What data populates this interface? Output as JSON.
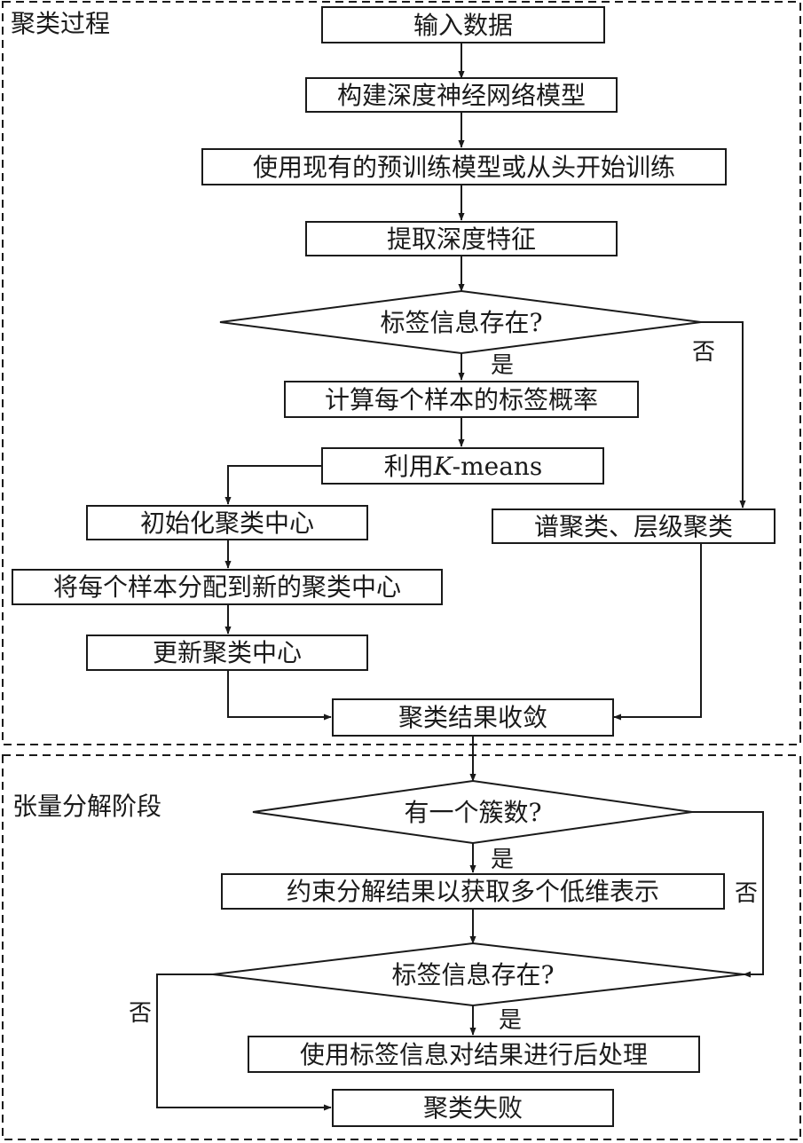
{
  "sections": {
    "clustering": {
      "label": "聚类过程"
    },
    "tensor": {
      "label": "张量分解阶段"
    }
  },
  "nodes": {
    "input": "输入数据",
    "build_model": "构建深度神经网络模型",
    "train": "使用现有的预训练模型或从头开始训练",
    "extract": "提取深度特征",
    "label_exists_1": "标签信息存在?",
    "compute_prob": "计算每个样本的标签概率",
    "kmeans_prefix": "利用",
    "kmeans_k": "K",
    "kmeans_suffix": "-means",
    "init_centers": "初始化聚类中心",
    "assign": "将每个样本分配到新的聚类中心",
    "update_centers": "更新聚类中心",
    "spectral": "谱聚类、层级聚类",
    "converge": "聚类结果收敛",
    "one_cluster": "有一个簇数?",
    "constrain": "约束分解结果以获取多个低维表示",
    "label_exists_2": "标签信息存在?",
    "postprocess": "使用标签信息对结果进行后处理",
    "fail": "聚类失败"
  },
  "edge_labels": {
    "yes_1": "是",
    "no_1": "否",
    "yes_2": "是",
    "no_2": "否",
    "yes_3": "是",
    "no_3": "否"
  }
}
